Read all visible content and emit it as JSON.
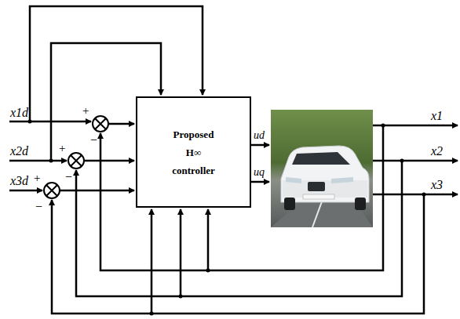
{
  "diagram": {
    "nodes": [
      {
        "text": [
          "Proposed H∞ controller"
        ]
      }
    ],
    "labels": [
      "x1d",
      "+",
      "−",
      "x2d",
      "+",
      "−",
      "x3d",
      "+",
      "−",
      "ud",
      "uq",
      "x1",
      "x2",
      "x3"
    ]
  }
}
